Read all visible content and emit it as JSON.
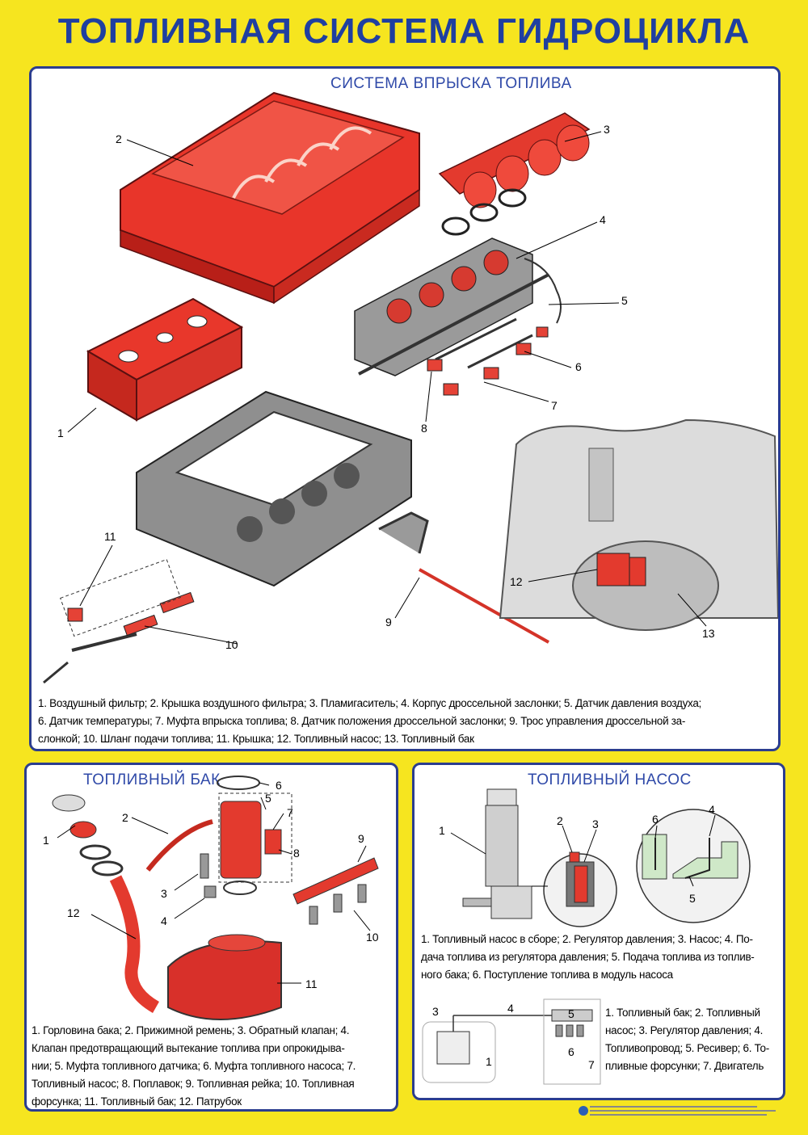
{
  "title": "ТОПЛИВНАЯ СИСТЕМА ГИДРОЦИКЛА",
  "panel1": {
    "title": "СИСТЕМА ВПРЫСКА ТОПЛИВА",
    "caption_lines": [
      "1. Воздушный фильтр; 2. Крышка воздушного фильтра; 3. Пламигаситель; 4. Корпус дроссельной заслонки; 5. Датчик давления воздуха;",
      "6. Датчик температуры; 7. Муфта впрыска топлива; 8. Датчик положения дроссельной заслонки; 9. Трос управления дроссельной за-",
      "слонкой; 10. Шланг подачи топлива; 11. Крышка; 12. Топливный насос; 13. Топливный бак"
    ],
    "labels": [
      "1",
      "2",
      "3",
      "4",
      "5",
      "6",
      "7",
      "8",
      "9",
      "10",
      "11",
      "12",
      "13"
    ]
  },
  "panel2": {
    "title": "ТОПЛИВНЫЙ БАК",
    "caption_lines": [
      "1. Горловина бака; 2. Прижимной ремень; 3. Обратный клапан; 4.",
      "Клапан предотвращающий вытекание топлива при опрокидыва-",
      "нии; 5. Муфта топливного датчика; 6. Муфта топливного насоса; 7.",
      "Топливный насос; 8. Поплавок; 9. Топливная рейка; 10. Топливная",
      "форсунка; 11. Топливный бак; 12. Патрубок"
    ],
    "labels": [
      "1",
      "2",
      "3",
      "4",
      "5",
      "6",
      "7",
      "8",
      "9",
      "10",
      "11",
      "12"
    ]
  },
  "panel3": {
    "title": "ТОПЛИВНЫЙ НАСОС",
    "caption_lines": [
      "1. Топливный насос в сборе; 2. Регулятор давления; 3. Насос; 4. По-",
      "дача топлива из регулятора давления; 5. Подача топлива из топлив-",
      "ного бака; 6. Поступление топлива в модуль насоса"
    ],
    "labels": [
      "1",
      "2",
      "3",
      "4",
      "5",
      "6"
    ],
    "caption2_lines": [
      "1. Топливный бак; 2. Топливный",
      "насос; 3. Регулятор давления; 4.",
      "Топливопровод; 5. Ресивер; 6. То-",
      "пливные форсунки; 7. Двигатель"
    ],
    "schema_labels": [
      "3",
      "4",
      "5",
      "6",
      "1",
      "7"
    ]
  }
}
